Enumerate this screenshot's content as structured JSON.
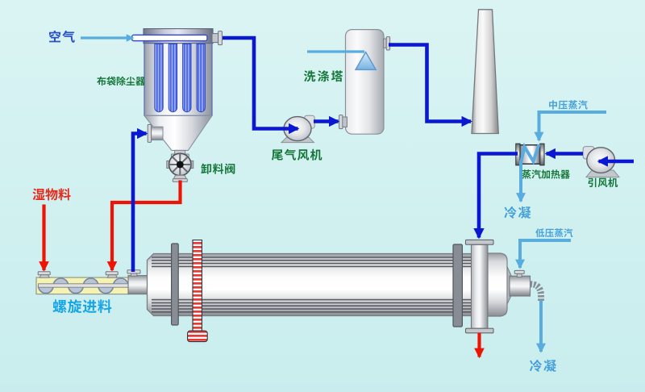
{
  "labels": {
    "air": "空气",
    "bag_filter": "布袋除尘器",
    "discharge_valve": "卸料阀",
    "wet_material": "湿物料",
    "screw_feeder": "螺旋进料",
    "scrubber": "洗涤塔",
    "tail_gas_fan": "尾气风机",
    "mp_steam": "中压蒸汽",
    "steam_heater": "蒸汽加热器",
    "id_fan": "引风机",
    "condensate_1": "冷凝",
    "lp_steam": "低压蒸汽",
    "condensate_2": "冷凝"
  },
  "colors": {
    "background_top": "#daf4f3",
    "background_bottom": "#c9edee",
    "pipe_blue": "#0a18d2",
    "pipe_light_blue": "#58acdf",
    "pipe_red": "#ee1405",
    "label_green": "#147739",
    "label_blue": "#2850c8",
    "label_red": "#e42a1a",
    "label_cyan": "#18a5e6",
    "label_light_blue": "#44a0d8"
  }
}
